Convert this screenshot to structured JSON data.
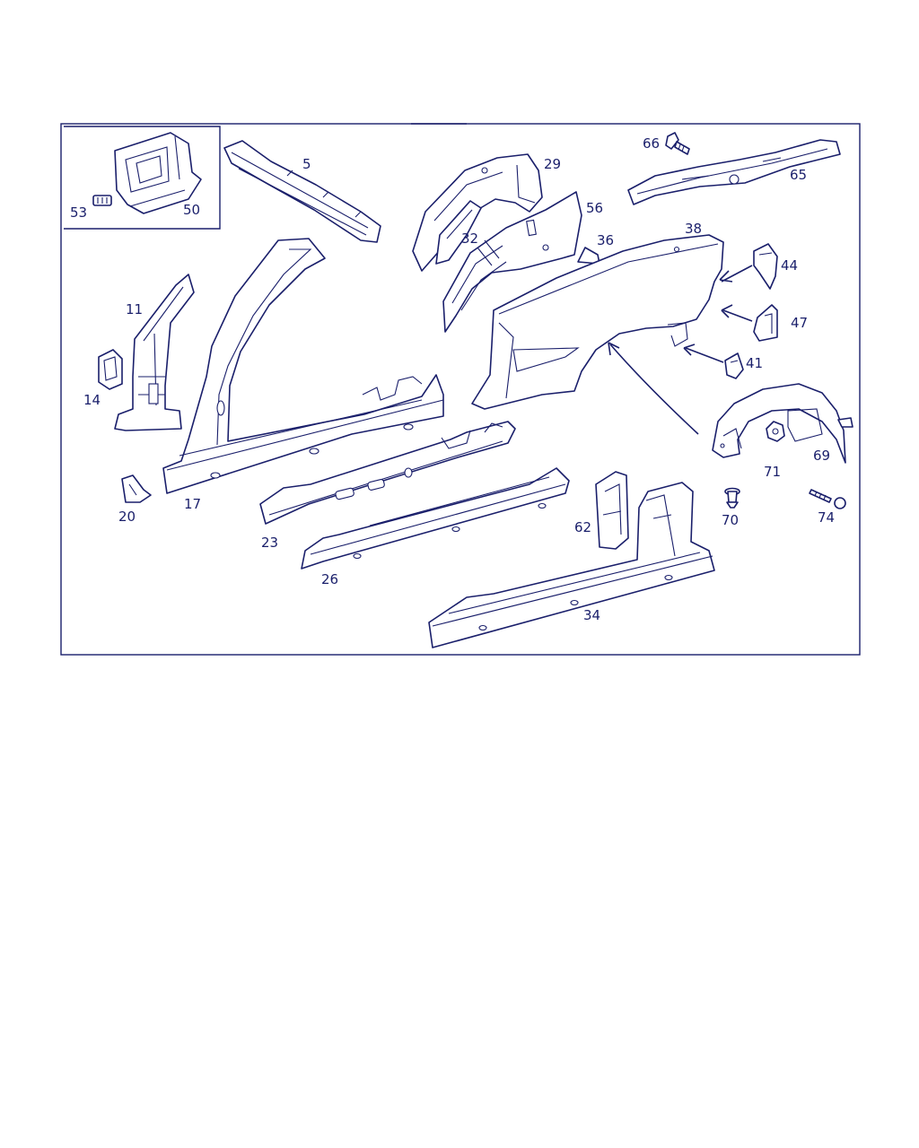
{
  "diagram": {
    "stroke_color": "#1a1f6b",
    "callouts": [
      {
        "key": "p5",
        "text": "5"
      },
      {
        "key": "p11",
        "text": "11"
      },
      {
        "key": "p14",
        "text": "14"
      },
      {
        "key": "p17",
        "text": "17"
      },
      {
        "key": "p20",
        "text": "20"
      },
      {
        "key": "p23",
        "text": "23"
      },
      {
        "key": "p26",
        "text": "26"
      },
      {
        "key": "p29",
        "text": "29"
      },
      {
        "key": "p32",
        "text": "32"
      },
      {
        "key": "p34",
        "text": "34"
      },
      {
        "key": "p36",
        "text": "36"
      },
      {
        "key": "p38",
        "text": "38"
      },
      {
        "key": "p41",
        "text": "41"
      },
      {
        "key": "p44",
        "text": "44"
      },
      {
        "key": "p47",
        "text": "47"
      },
      {
        "key": "p50",
        "text": "50"
      },
      {
        "key": "p53",
        "text": "53"
      },
      {
        "key": "p56",
        "text": "56"
      },
      {
        "key": "p62",
        "text": "62"
      },
      {
        "key": "p65",
        "text": "65"
      },
      {
        "key": "p66",
        "text": "66"
      },
      {
        "key": "p69",
        "text": "69"
      },
      {
        "key": "p70",
        "text": "70"
      },
      {
        "key": "p71",
        "text": "71"
      },
      {
        "key": "p74",
        "text": "74"
      }
    ]
  }
}
